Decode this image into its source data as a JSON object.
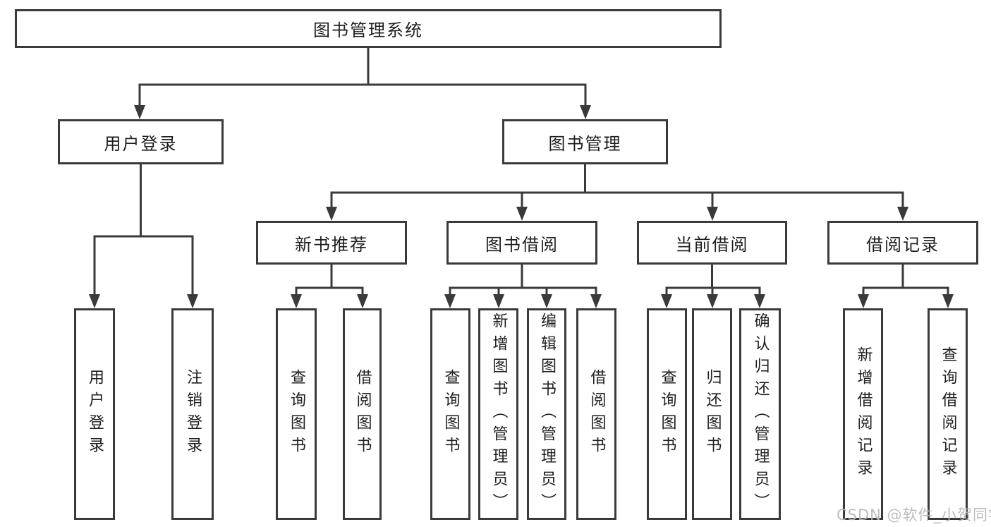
{
  "diagram": {
    "title": "图书管理系统",
    "root": {
      "label": "图书管理系统"
    },
    "branches": [
      {
        "label": "用户登录",
        "children": [
          {
            "label": "用户登录"
          },
          {
            "label": "注销登录"
          }
        ]
      },
      {
        "label": "图书管理",
        "children": [
          {
            "label": "新书推荐",
            "children": [
              {
                "label": "查询图书"
              },
              {
                "label": "借阅图书"
              }
            ]
          },
          {
            "label": "图书借阅",
            "children": [
              {
                "label": "查询图书"
              },
              {
                "label": "新增图书（管理员）"
              },
              {
                "label": "编辑图书（管理员）"
              },
              {
                "label": "借阅图书"
              }
            ]
          },
          {
            "label": "当前借阅",
            "children": [
              {
                "label": "查询图书"
              },
              {
                "label": "归还图书"
              },
              {
                "label": "确认归还（管理员）"
              }
            ]
          },
          {
            "label": "借阅记录",
            "children": [
              {
                "label": "新增借阅记录"
              },
              {
                "label": "查询借阅记录"
              }
            ]
          }
        ]
      }
    ],
    "watermark": "CSDN @软件_小贺同学",
    "colors": {
      "line": "#3a3a3a",
      "box_border": "#3a3a3a",
      "text": "#1e1e1e",
      "watermark": "#b9b9b9",
      "background": "#ffffff"
    }
  }
}
